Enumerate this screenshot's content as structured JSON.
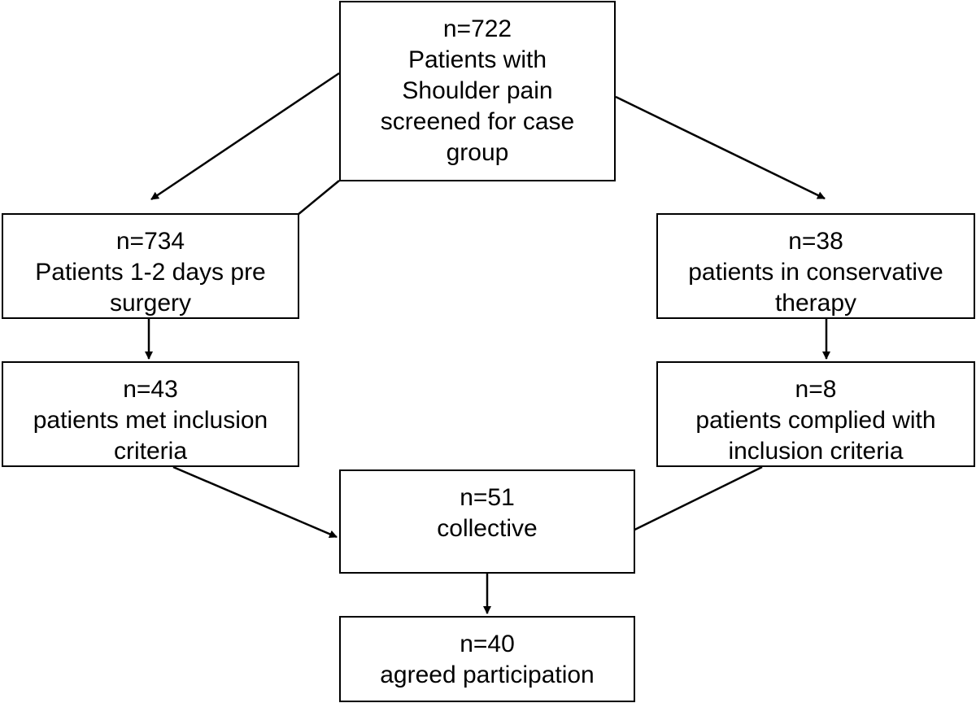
{
  "boxes": {
    "top": {
      "count": "n=722",
      "lines": [
        "Patients with",
        "Shoulder pain",
        "screened for case",
        "group"
      ]
    },
    "left1": {
      "count": "n=734",
      "lines": [
        "Patients 1-2 days pre",
        "surgery"
      ]
    },
    "right1": {
      "count": "n=38",
      "lines": [
        "patients in conservative",
        "therapy"
      ]
    },
    "left2": {
      "count": "n=43",
      "lines": [
        "patients met inclusion",
        "criteria"
      ]
    },
    "right2": {
      "count": "n=8",
      "lines": [
        "patients complied with",
        "inclusion criteria"
      ]
    },
    "mid": {
      "count": "n=51",
      "lines": [
        "collective"
      ]
    },
    "bottom": {
      "count": "n=40",
      "lines": [
        "agreed participation"
      ]
    }
  },
  "colors": {
    "line": "#000000",
    "box_border": "#000000",
    "background": "#ffffff",
    "text": "#000000"
  }
}
